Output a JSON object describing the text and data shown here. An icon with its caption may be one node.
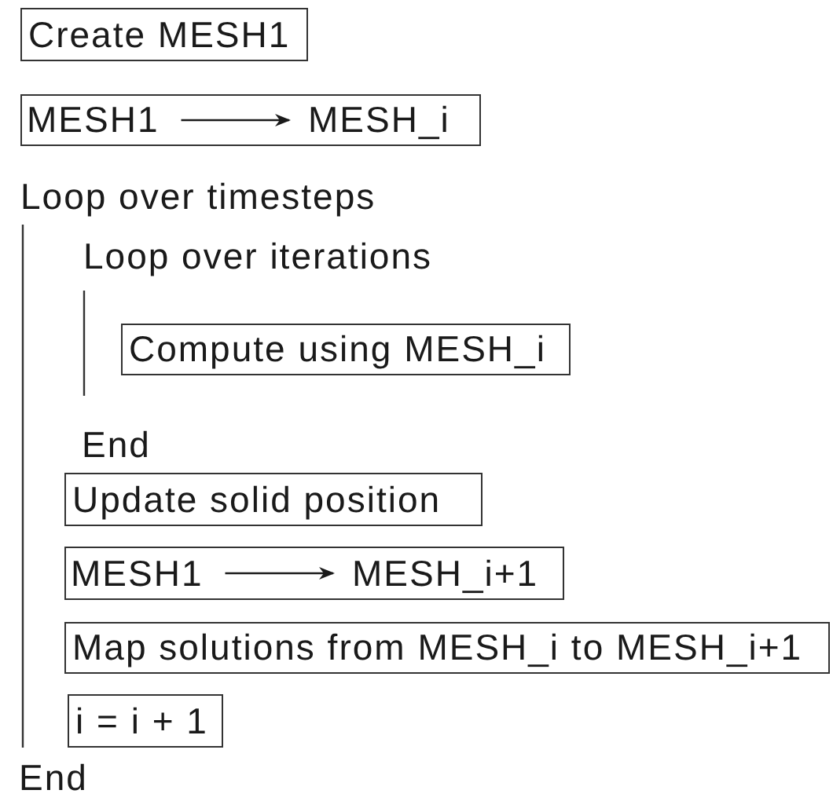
{
  "diagram": {
    "nodes": [
      {
        "text": [
          "Create MESH1"
        ]
      },
      {
        "text": [],
        "shape": "box"
      },
      {
        "text": [
          "MESH1"
        ],
        "in": 1
      },
      {
        "text": [
          "MESH_i"
        ],
        "in": 1
      },
      {
        "text": [
          "Compute using MESH_i"
        ]
      },
      {
        "text": [
          "Update solid position"
        ]
      },
      {
        "text": [],
        "shape": "box"
      },
      {
        "text": [
          "MESH1"
        ],
        "in": 6
      },
      {
        "text": [
          "MESH_i+1"
        ],
        "in": 6
      },
      {
        "text": [
          "Map solutions from MESH_i to MESH_i+1"
        ]
      },
      {
        "text": [
          "i = i + 1"
        ]
      }
    ],
    "edges": [
      {
        "from": 2,
        "to": 3,
        "arrow": "to"
      },
      {
        "from": 7,
        "to": 8,
        "arrow": "to"
      }
    ],
    "labels": [
      "Loop over timesteps",
      "Loop over iterations",
      "End",
      "End"
    ]
  }
}
